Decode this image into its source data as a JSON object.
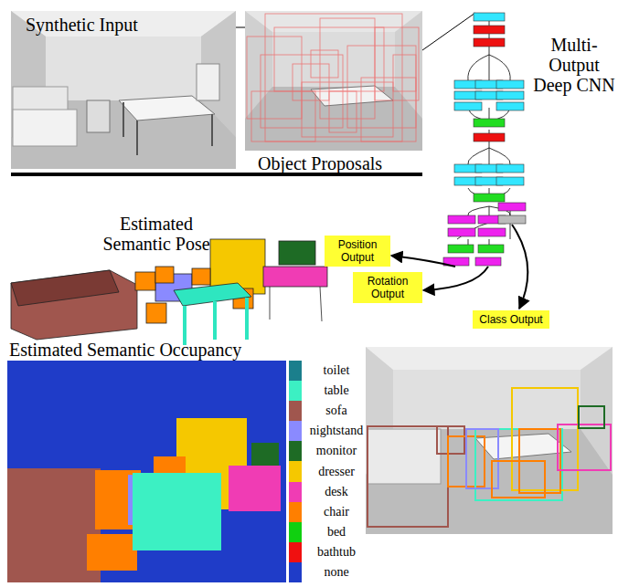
{
  "diagram": {
    "nodes": [
      {
        "text": [
          "Position Output"
        ]
      },
      {
        "text": [
          "Rotation Output"
        ]
      },
      {
        "text": [
          "Class Output"
        ]
      }
    ],
    "labels": [
      "Synthetic Input",
      "Object Proposals",
      "Multi-Output Deep CNN",
      "Estimated Semantic Pose",
      "Estimated Semantic Occupancy"
    ],
    "legend": [
      {
        "text": "toilet",
        "color": "#1b7f8c"
      },
      {
        "text": "table",
        "color": "#3cf0c3"
      },
      {
        "text": "sofa",
        "color": "#a0564e"
      },
      {
        "text": "nightstand",
        "color": "#8a8aff"
      },
      {
        "text": "monitor",
        "color": "#1e6b25"
      },
      {
        "text": "dresser",
        "color": "#f5c800"
      },
      {
        "text": "desk",
        "color": "#f03cb4"
      },
      {
        "text": "chair",
        "color": "#ff7f00"
      },
      {
        "text": "bed",
        "color": "#10d010"
      },
      {
        "text": "bathtub",
        "color": "#f01010"
      },
      {
        "text": "none",
        "color": "#1f3cc8"
      }
    ]
  }
}
